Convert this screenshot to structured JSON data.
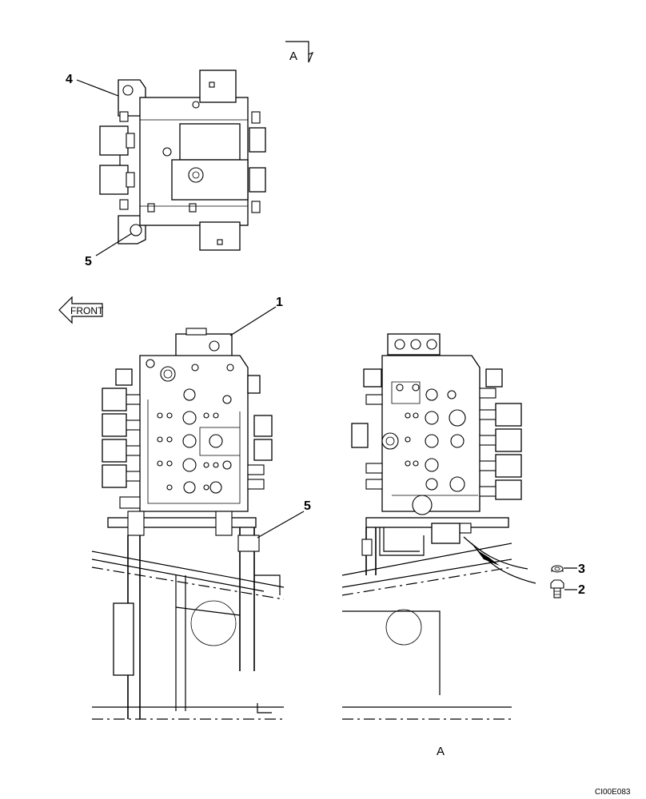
{
  "callouts": {
    "c1": "1",
    "c2": "2",
    "c3": "3",
    "c4": "4",
    "c5_top": "5",
    "c5_mid": "5"
  },
  "view_reference": {
    "marker_label": "A",
    "view_caption": "A"
  },
  "front_arrow": {
    "label": "FRONT"
  },
  "drawing_code": "CI00E083"
}
